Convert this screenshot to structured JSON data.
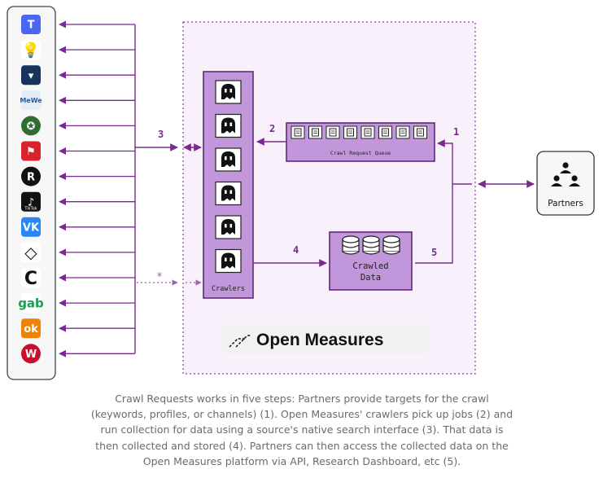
{
  "platform_icons": [
    {
      "name": "truth-social-icon",
      "glyph": "T",
      "color": "#4a66f5"
    },
    {
      "name": "gettr-bulb-icon",
      "glyph": "💡",
      "color": "#ffffff"
    },
    {
      "name": "bitchute-shield-icon",
      "glyph": "▾",
      "color": "#16345e"
    },
    {
      "name": "mewe-icon",
      "glyph": "MeWe",
      "color": "#e4ecf7"
    },
    {
      "name": "patriots-win-icon",
      "glyph": "✪",
      "color": "#2f6e2f"
    },
    {
      "name": "parler-icon",
      "glyph": "⚑",
      "color": "#d8232a"
    },
    {
      "name": "rumble-icon",
      "glyph": "R",
      "color": "#111111"
    },
    {
      "name": "tiktok-icon",
      "glyph": "♪",
      "color": "#111111"
    },
    {
      "name": "vk-icon",
      "glyph": "VK",
      "color": "#2787f5"
    },
    {
      "name": "layers-icon",
      "glyph": "◇",
      "color": "#ffffff"
    },
    {
      "name": "minds-c-icon",
      "glyph": "C",
      "color": "#ffffff"
    },
    {
      "name": "gab-icon",
      "glyph": "gab",
      "color": "#ffffff"
    },
    {
      "name": "odnoklassniki-icon",
      "glyph": "ok",
      "color": "#ee8208"
    },
    {
      "name": "wimkin-icon",
      "glyph": "W",
      "color": "#c8102e"
    }
  ],
  "labels": {
    "tiktok_text": "TikTok",
    "mewe_text": "MeWe",
    "crawlers": "Crawlers",
    "queue": "Crawl Request Queue",
    "crawled_data_line1": "Crawled",
    "crawled_data_line2": "Data",
    "partners": "Partners",
    "logo_text": "Open Measures",
    "step1": "1",
    "step2": "2",
    "step3": "3",
    "step4": "4",
    "step5": "5",
    "asterisk": "*"
  },
  "colors": {
    "purple_fill": "#c296da",
    "purple_stroke": "#5e2a78",
    "arrow": "#7a2a8f",
    "dotted_region": "#f8f0fb"
  },
  "caption": "Crawl Requests works in five steps: Partners provide targets for the crawl (keywords, profiles, or channels) (1). Open Measures' crawlers pick up jobs (2) and run collection for data using a source's native search interface (3). That data is then collected and stored (4). Partners can then access the collected data on the Open Measures platform via API, Research Dashboard, etc (5)."
}
